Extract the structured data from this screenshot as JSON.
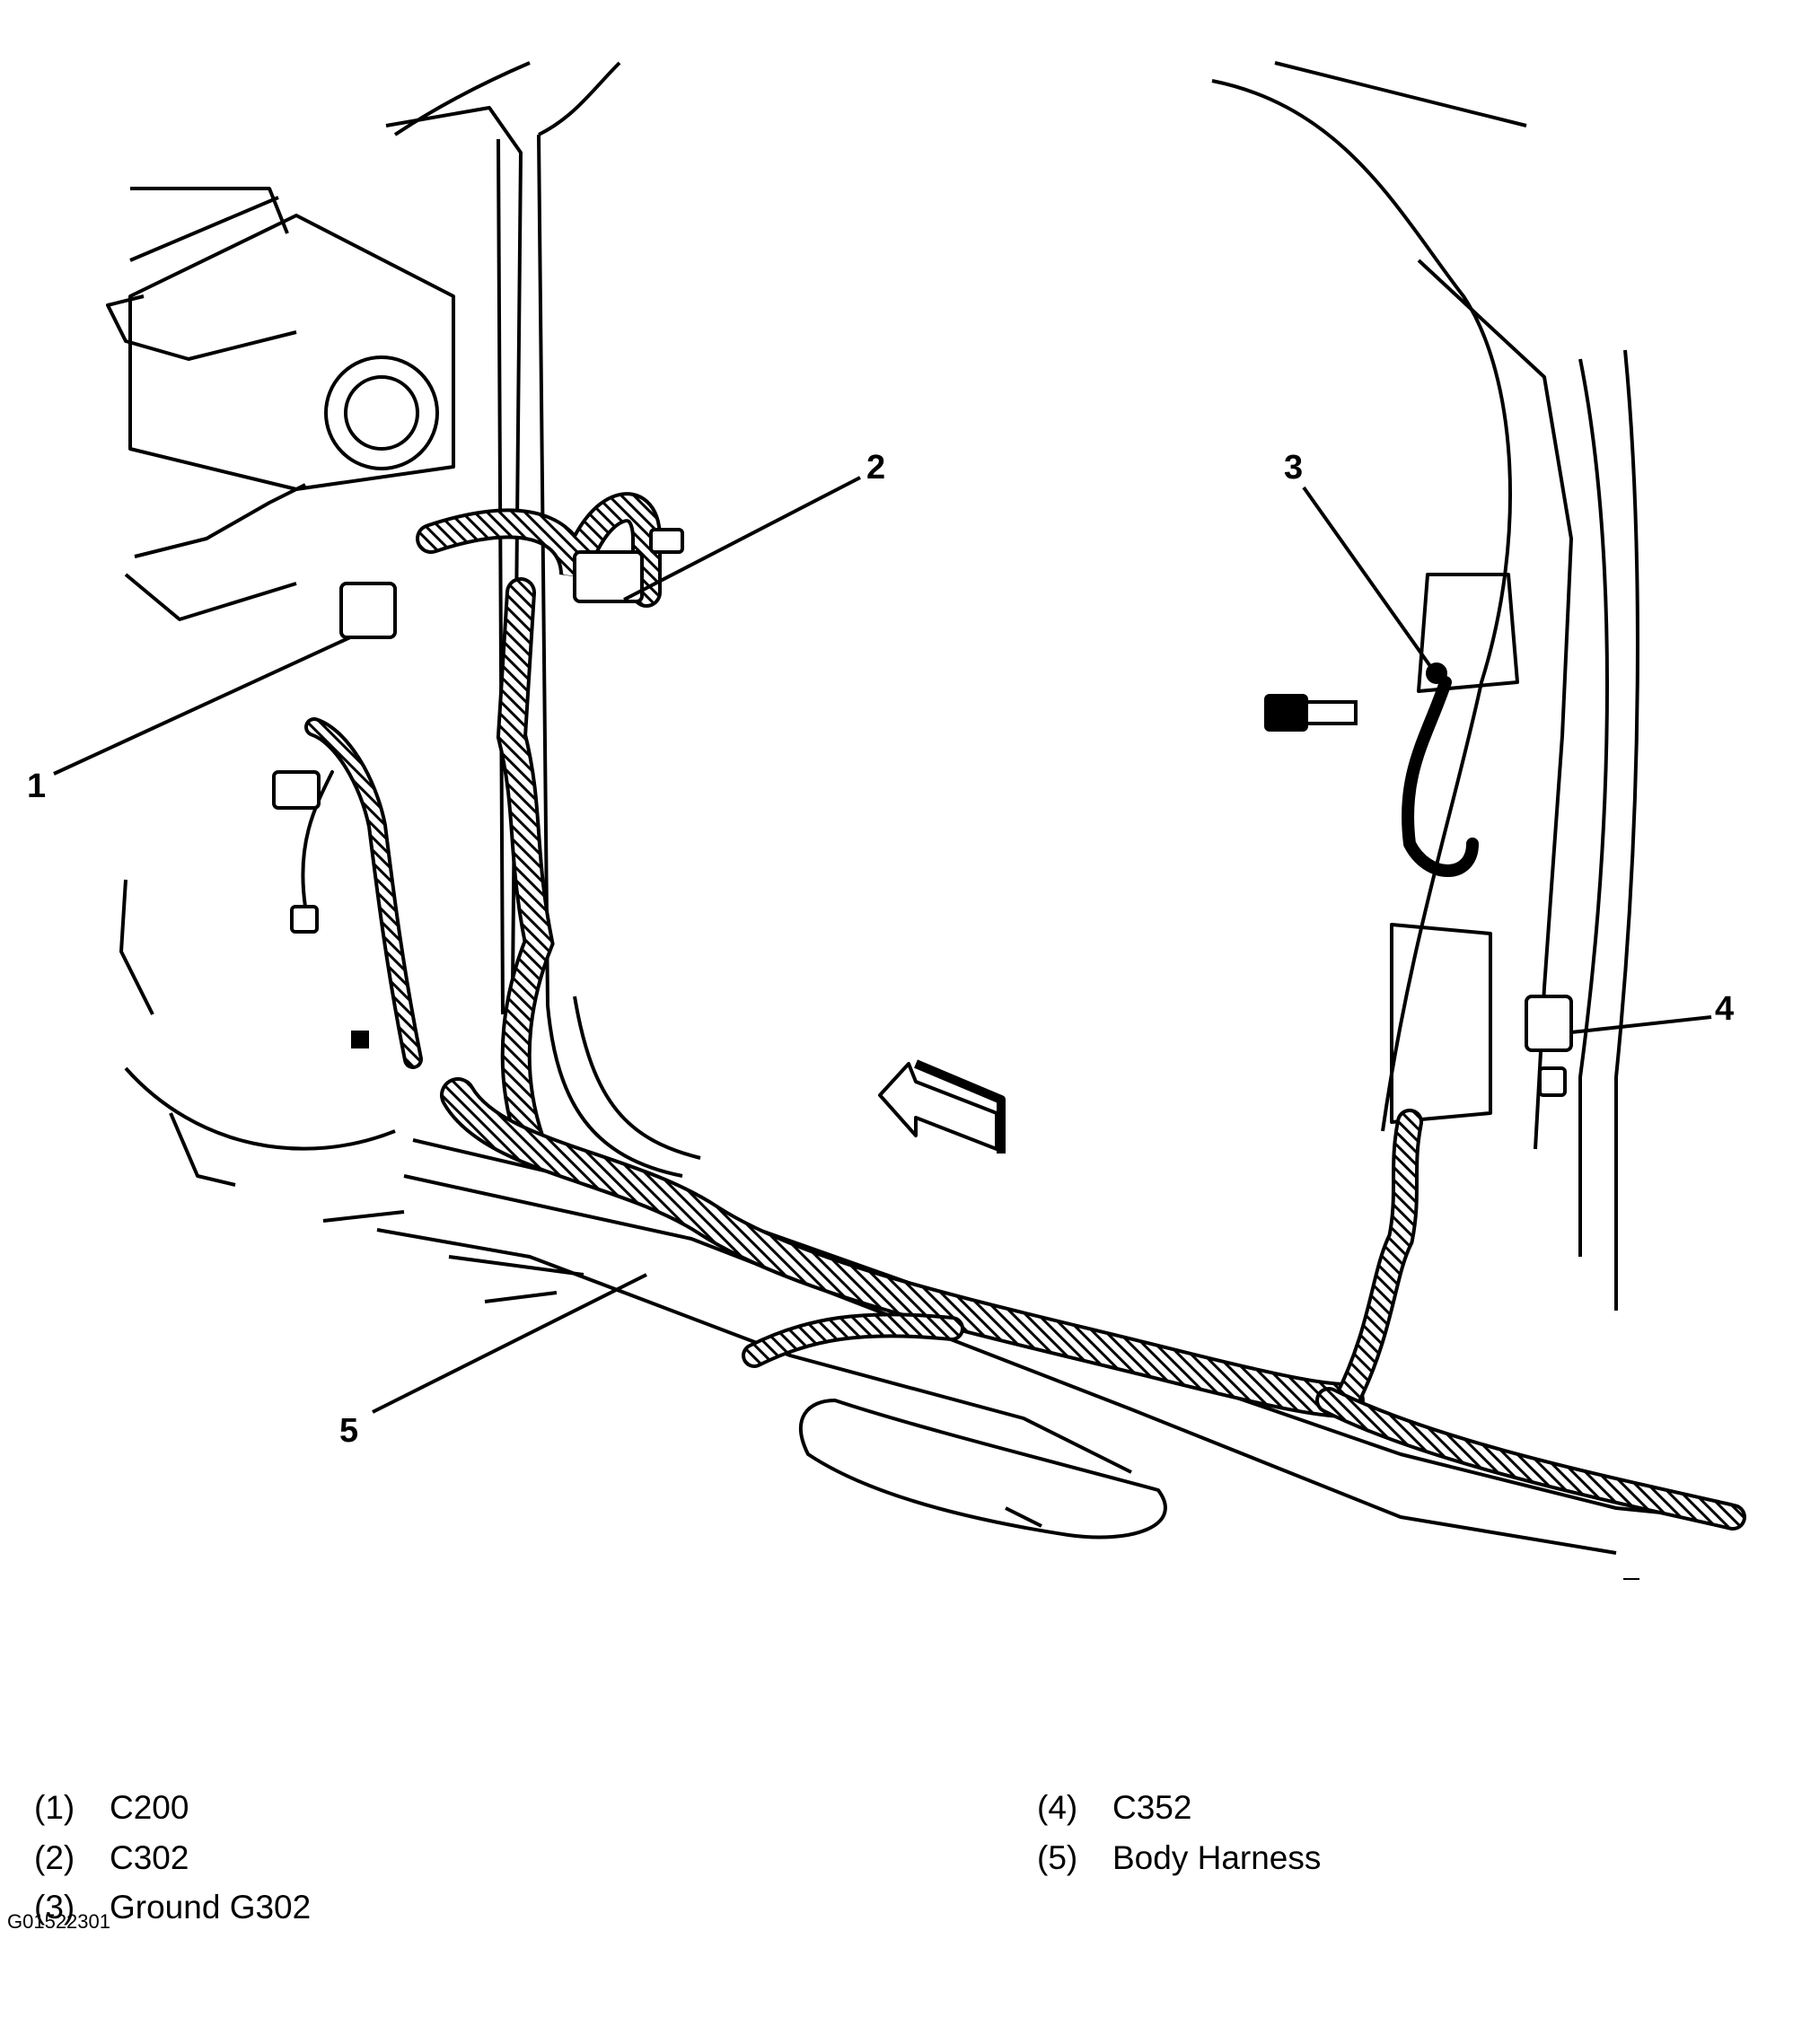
{
  "diagram": {
    "callouts": [
      "1",
      "2",
      "3",
      "4",
      "5"
    ]
  },
  "legend": [
    {
      "num": "(1)",
      "label": "C200"
    },
    {
      "num": "(2)",
      "label": "C302"
    },
    {
      "num": "(3)",
      "label": "Ground G302"
    },
    {
      "num": "(4)",
      "label": "C352"
    },
    {
      "num": "(5)",
      "label": "Body Harness"
    }
  ],
  "figure_id": "G01522301",
  "colors": {
    "ink": "#000000",
    "paper": "#ffffff"
  }
}
